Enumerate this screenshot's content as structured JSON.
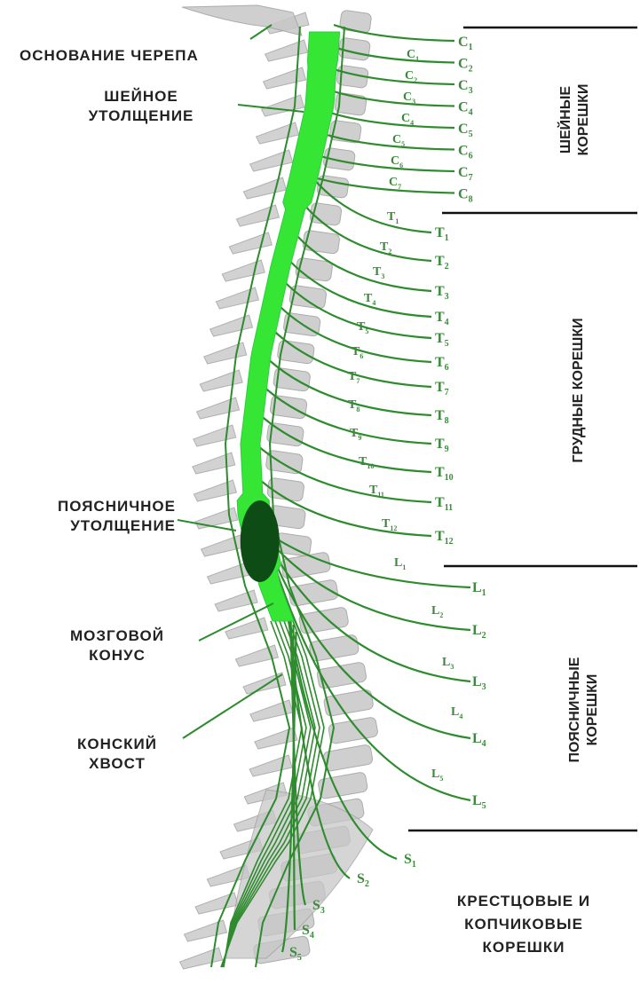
{
  "colors": {
    "cord": "#35e635",
    "cord_dark": "#0d4d15",
    "nerve": "#2e8b2e",
    "root_text": "#3a8a3a",
    "bone": "#c7c7c7",
    "bone_edge": "#9e9e9e",
    "label_text": "#222222",
    "divider": "#111111"
  },
  "left_labels": {
    "skull_base": "ОСНОВАНИЕ ЧЕРЕПА",
    "cervical_enlargement": [
      "ШЕЙНОЕ",
      "УТОЛЩЕНИЕ"
    ],
    "lumbar_enlargement": [
      "ПОЯСНИЧНОЕ",
      "УТОЛЩЕНИЕ"
    ],
    "conus": [
      "МОЗГОВОЙ",
      "КОНУС"
    ],
    "cauda_equina": [
      "КОНСКИЙ",
      "ХВОСТ"
    ]
  },
  "group_labels": {
    "cervical": [
      "ШЕЙНЫЕ",
      "КОРЕШКИ"
    ],
    "thoracic": [
      "ГРУДНЫЕ КОРЕШКИ"
    ],
    "lumbar": [
      "ПОЯСНИЧНЫЕ",
      "КОРЕШКИ"
    ],
    "sacral": [
      "КРЕСТЦОВЫЕ И",
      "КОПЧИКОВЫЕ",
      "КОРЕШКИ"
    ]
  },
  "roots": {
    "cervical_outer": [
      "C1",
      "C2",
      "C3",
      "C4",
      "C5",
      "C6",
      "C7",
      "C8"
    ],
    "cervical_inner": [
      "C1",
      "C2",
      "C3",
      "C4",
      "C5",
      "C6",
      "C7"
    ],
    "thoracic_outer": [
      "T1",
      "T2",
      "T3",
      "T4",
      "T5",
      "T6",
      "T7",
      "T8",
      "T9",
      "T10",
      "T11",
      "T12"
    ],
    "thoracic_inner": [
      "T1",
      "T2",
      "T3",
      "T4",
      "T5",
      "T6",
      "T7",
      "T8",
      "T9",
      "T10",
      "T11",
      "T12"
    ],
    "lumbar_outer": [
      "L1",
      "L2",
      "L3",
      "L4",
      "L5"
    ],
    "lumbar_inner": [
      "L1",
      "L2",
      "L3",
      "L4",
      "L5"
    ],
    "sacral": [
      "S1",
      "S2",
      "S3",
      "S4",
      "S5"
    ]
  }
}
